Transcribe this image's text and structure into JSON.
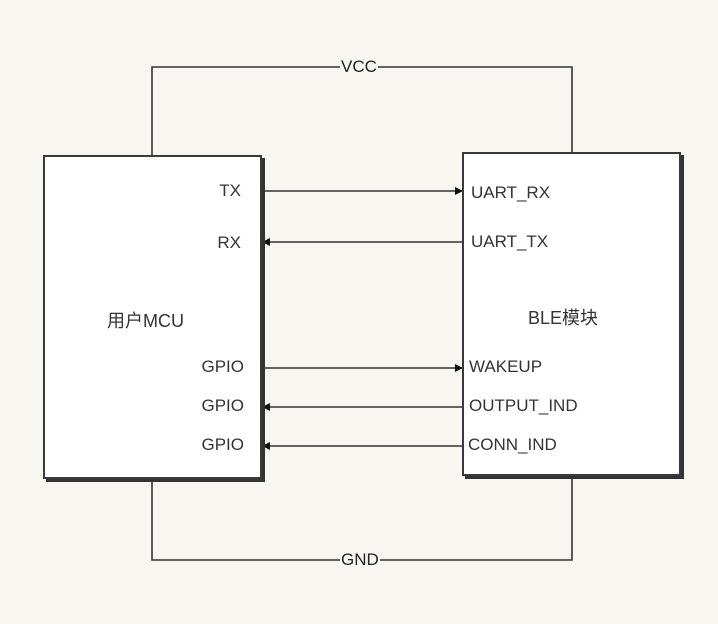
{
  "rails": {
    "top": "VCC",
    "bottom": "GND"
  },
  "left_block": {
    "title": "用户MCU",
    "pins": [
      "TX",
      "RX",
      "GPIO",
      "GPIO",
      "GPIO"
    ]
  },
  "right_block": {
    "title": "BLE模块",
    "pins": [
      "UART_RX",
      "UART_TX",
      "WAKEUP",
      "OUTPUT_IND",
      "CONN_IND"
    ]
  },
  "connections": [
    {
      "from": "TX",
      "to": "UART_RX",
      "direction": "right"
    },
    {
      "from": "UART_TX",
      "to": "RX",
      "direction": "left"
    },
    {
      "from": "GPIO",
      "to": "WAKEUP",
      "direction": "right"
    },
    {
      "from": "OUTPUT_IND",
      "to": "GPIO",
      "direction": "left"
    },
    {
      "from": "CONN_IND",
      "to": "GPIO",
      "direction": "left"
    }
  ],
  "colors": {
    "background": "#f8f6f1",
    "box_fill": "#ffffff",
    "line": "#333333"
  }
}
